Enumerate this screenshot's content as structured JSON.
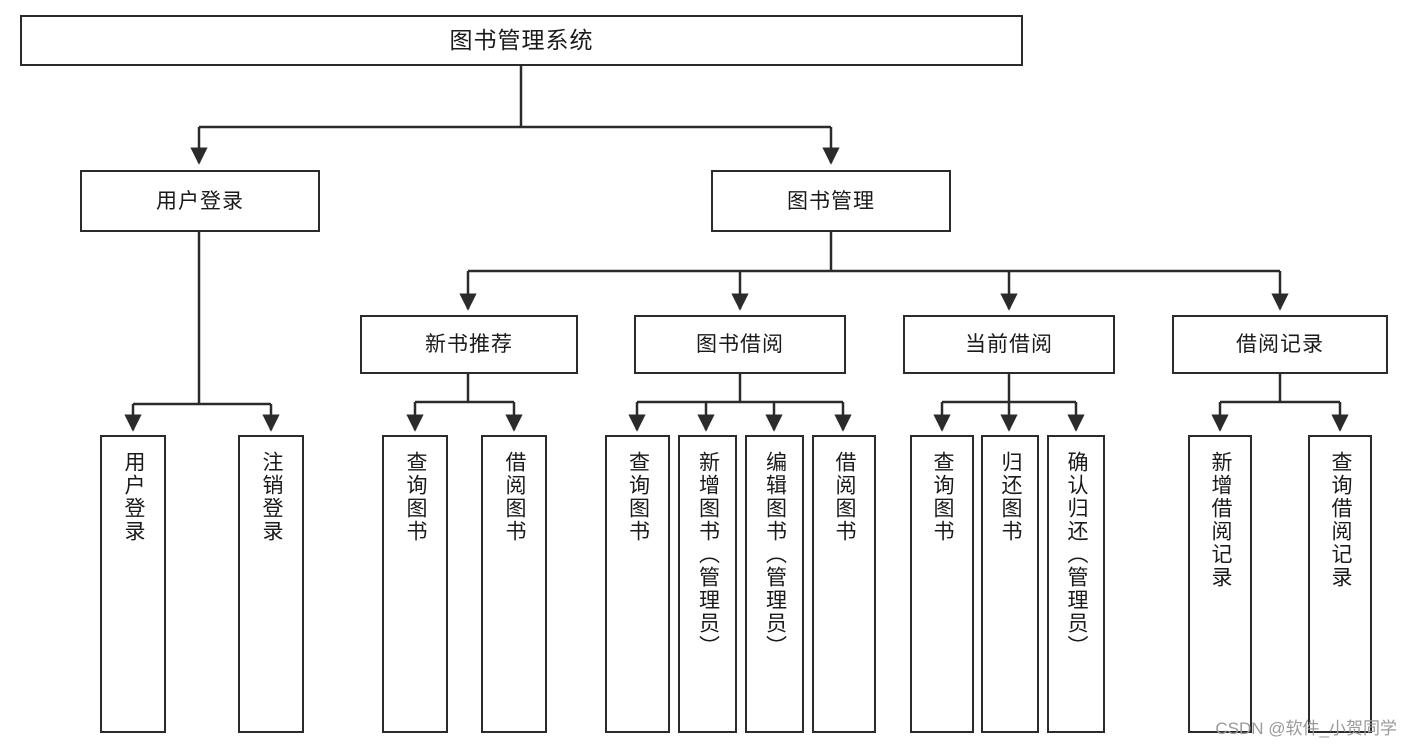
{
  "diagram": {
    "title": "图书管理系统",
    "watermark": "CSDN @软件_小贺同学",
    "style": {
      "line_color": "#2b2b2b",
      "box_fill": "#ffffff",
      "text_color": "#1a1a1a",
      "watermark_color": "#9a9a9a"
    },
    "root": {
      "label": "图书管理系统"
    },
    "level2": [
      {
        "label": "用户登录"
      },
      {
        "label": "图书管理"
      }
    ],
    "level3": [
      {
        "label": "新书推荐"
      },
      {
        "label": "图书借阅"
      },
      {
        "label": "当前借阅"
      },
      {
        "label": "借阅记录"
      }
    ],
    "leaves": {
      "user_login": [
        {
          "label": "用户登录"
        },
        {
          "label": "注销登录"
        }
      ],
      "new_book": [
        {
          "label": "查询图书"
        },
        {
          "label": "借阅图书"
        }
      ],
      "book_borrow": [
        {
          "label": "查询图书"
        },
        {
          "label": "新增图书（管理员）"
        },
        {
          "label": "编辑图书（管理员）"
        },
        {
          "label": "借阅图书"
        }
      ],
      "current_borrow": [
        {
          "label": "查询图书"
        },
        {
          "label": "归还图书"
        },
        {
          "label": "确认归还（管理员）"
        }
      ],
      "borrow_record": [
        {
          "label": "新增借阅记录"
        },
        {
          "label": "查询借阅记录"
        }
      ]
    }
  }
}
